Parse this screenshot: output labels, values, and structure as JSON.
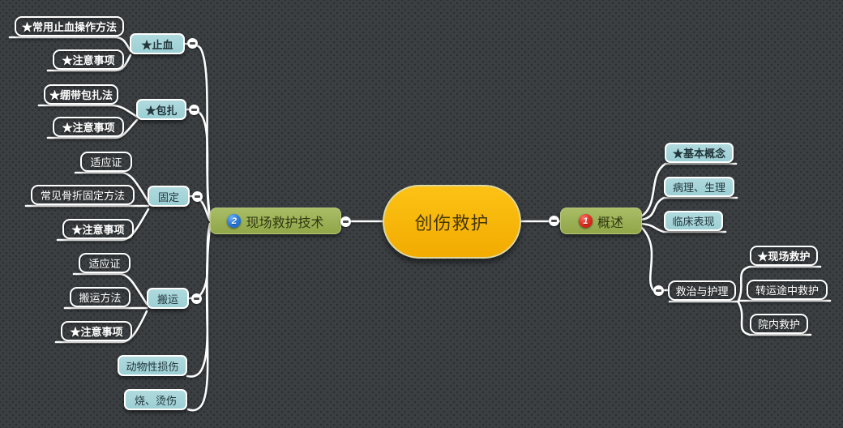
{
  "map": {
    "root": {
      "label": "创伤救护"
    },
    "right_branch": {
      "label": "概述",
      "badge": "1",
      "children": [
        {
          "label": "★基本概念"
        },
        {
          "label": "病理、生理"
        },
        {
          "label": "临床表现"
        },
        {
          "label": "救治与护理",
          "children": [
            {
              "label": "★现场救护"
            },
            {
              "label": "转运途中救护"
            },
            {
              "label": "院内救护"
            }
          ]
        }
      ]
    },
    "left_branch": {
      "label": "现场救护技术",
      "badge": "2",
      "children": [
        {
          "label": "★止血",
          "children": [
            {
              "label": "★常用止血操作方法"
            },
            {
              "label": "★注意事项"
            }
          ]
        },
        {
          "label": "★包扎",
          "children": [
            {
              "label": "★绷带包扎法"
            },
            {
              "label": "★注意事项"
            }
          ]
        },
        {
          "label": "固定",
          "children": [
            {
              "label": "适应证"
            },
            {
              "label": "常见骨折固定方法"
            },
            {
              "label": "★注意事项"
            }
          ]
        },
        {
          "label": "搬运",
          "children": [
            {
              "label": "适应证"
            },
            {
              "label": "搬运方法"
            },
            {
              "label": "★注意事项"
            }
          ]
        },
        {
          "label": "动物性损伤"
        },
        {
          "label": "烧、烫伤"
        }
      ]
    }
  },
  "icons": {
    "collapse": "minus-icon"
  },
  "colors": {
    "background": "#3b3f42",
    "branch_line": "#ffffff",
    "central_fill": "#f9b608",
    "central_text": "#463806",
    "main_topic_fill": "#9cb258",
    "subtopic_fill": "#a6d5d9",
    "leaf_border": "#ffffff",
    "leaf_text": "#ffffff",
    "badge_1": "#d6271c",
    "badge_2": "#1a6fd4"
  }
}
